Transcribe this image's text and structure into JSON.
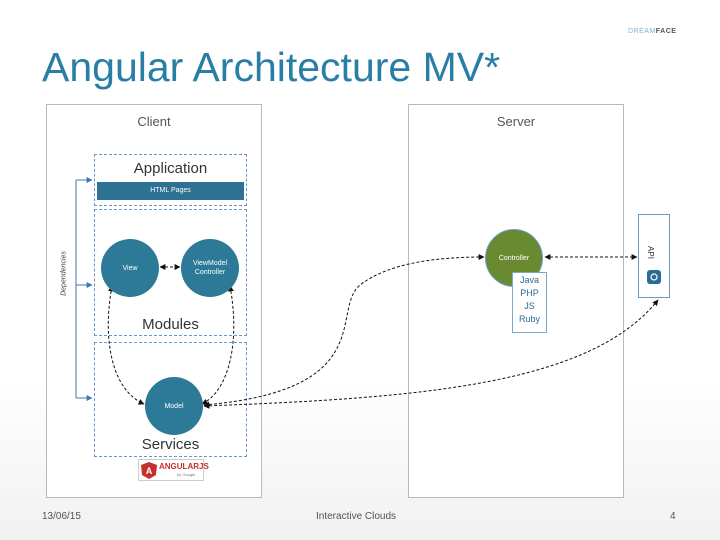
{
  "slide": {
    "title": "Angular Architecture MV*",
    "logo_text_left": "DREAM",
    "logo_text_right": "FACE"
  },
  "client": {
    "label": "Client",
    "dependencies_label": "Dependencies",
    "application": {
      "title": "Application",
      "html_pages": "HTML Pages"
    },
    "modules": {
      "title": "Modules",
      "view": "View",
      "viewmodel": [
        "ViewModel",
        "Controller"
      ]
    },
    "services": {
      "title": "Services",
      "model": "Model"
    },
    "angular_logo": {
      "main": "ANGULARJS",
      "sub": "by Google"
    }
  },
  "server": {
    "label": "Server",
    "controller": "Controller",
    "languages": [
      "Java",
      "PHP",
      "JS",
      "Ruby"
    ]
  },
  "api": {
    "label": "API"
  },
  "footer": {
    "date": "13/06/15",
    "center": "Interactive Clouds",
    "page": "4"
  },
  "colors": {
    "title": "#2a7ea6",
    "node_teal": "#2c7a98",
    "node_olive": "#6a8a31",
    "bar": "#2d7193",
    "dashed_border": "#6a98c6"
  }
}
